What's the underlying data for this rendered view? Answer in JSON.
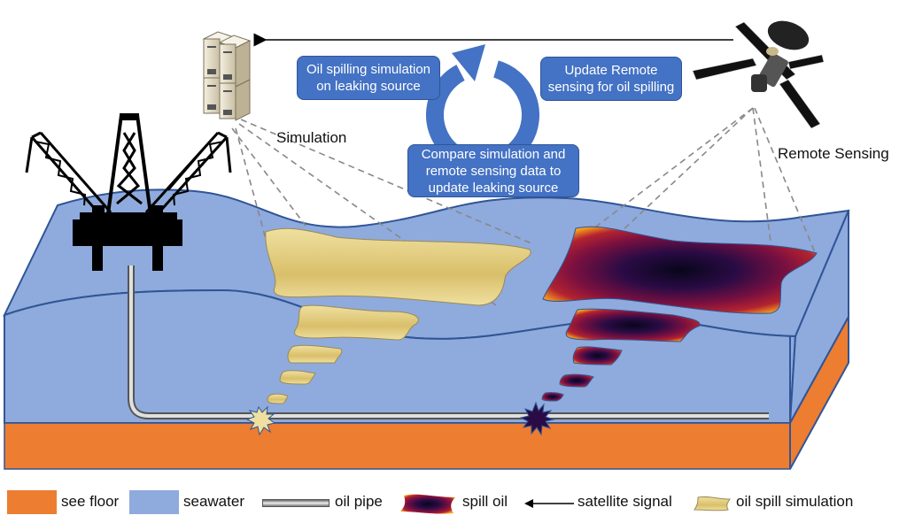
{
  "title": "Oil spill leak source identification by combining simulation and remote sensing",
  "labels": {
    "simulation": "Simulation",
    "remote_sensing": "Remote Sensing"
  },
  "cycle": {
    "step1": "Oil spilling simulation on leaking source",
    "step2": "Update Remote sensing for oil spilling",
    "step3": "Compare simulation and remote sensing data to update leaking source",
    "step1_lines": [
      "Oil spilling simulation",
      "on leaking source"
    ],
    "step2_lines": [
      "Update Remote",
      "sensing for oil spilling"
    ],
    "step3_lines": [
      "Compare simulation and",
      "remote sensing data to",
      "update leaking source"
    ]
  },
  "icons": {
    "server": "server-rack-icon",
    "satellite": "satellite-icon",
    "platform": "oil-platform-icon",
    "cycle": "refresh-cycle-icon",
    "leak_sim": "starburst-leak-icon",
    "leak_real": "starburst-leak-icon"
  },
  "legend": [
    {
      "key": "sea_floor",
      "label": "see floor",
      "color": "#ed7d31"
    },
    {
      "key": "seawater",
      "label": "seawater",
      "color": "#8faadc"
    },
    {
      "key": "oil_pipe",
      "label": "oil pipe",
      "color": "#bfbfbf"
    },
    {
      "key": "spill_oil",
      "label": "spill oil",
      "color": "#3b0f4f"
    },
    {
      "key": "satellite_signal",
      "label": "satellite signal",
      "color": "#000000"
    },
    {
      "key": "oil_spill_simulation",
      "label": "oil spill simulation",
      "color": "#e6d28a"
    }
  ],
  "colors": {
    "seawater": "#8faadc",
    "sea_floor": "#ed7d31",
    "box_fill": "#4472c4",
    "outline": "#2f5597",
    "sim_oil": "#e6d28a",
    "spill_dark": "#1a0a2e",
    "spill_mid": "#7a1040",
    "spill_edge": "#f7a21b"
  }
}
